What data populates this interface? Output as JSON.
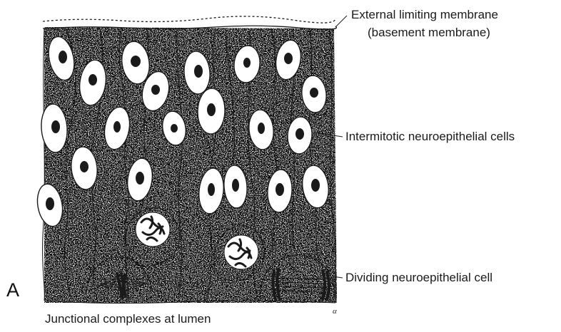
{
  "figure": {
    "panel_letter": "A",
    "labels": {
      "external_membrane_line1": "External limiting membrane",
      "external_membrane_line2": "(basement membrane)",
      "intermitotic": "Intermitotic neuroepithelial cells",
      "dividing": "Dividing neuroepithelial cell",
      "junctional": "Junctional complexes at lumen"
    },
    "artist_signature": "α"
  },
  "colors": {
    "ink": "#1a1a1a",
    "background": "#ffffff"
  }
}
